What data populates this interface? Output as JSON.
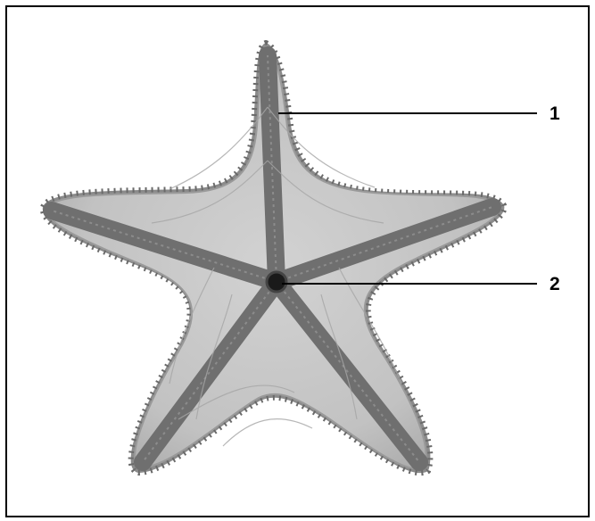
{
  "figure": {
    "subject_icon": "starfish-oral-view",
    "colors": {
      "border": "#000000",
      "body_fill": "#c4c4c4",
      "groove_fill": "#6f6f6f",
      "spine_fill": "#7a7a7a",
      "mouth_fill": "#1a1a1a"
    },
    "callouts": [
      {
        "id": "1",
        "label": "1"
      },
      {
        "id": "2",
        "label": "2"
      }
    ]
  }
}
